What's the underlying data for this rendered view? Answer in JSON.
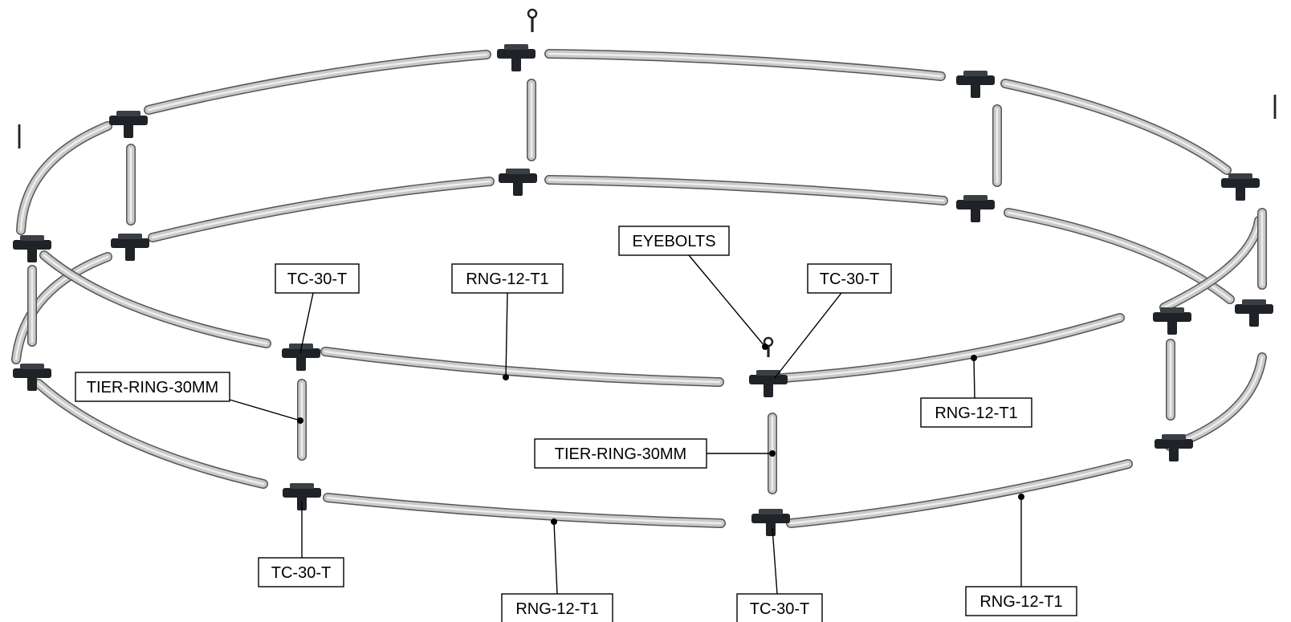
{
  "diagram": {
    "subject": "exploded assembly of a circular two-tier truss ring",
    "callouts": [
      {
        "id": "tc-30-t-upper-left",
        "label": "TC-30-T"
      },
      {
        "id": "rng-12-t1-upper-mid",
        "label": "RNG-12-T1"
      },
      {
        "id": "eyebolts",
        "label": "EYEBOLTS"
      },
      {
        "id": "tc-30-t-upper-center",
        "label": "TC-30-T"
      },
      {
        "id": "tier-ring-30mm-left",
        "label": "TIER-RING-30MM"
      },
      {
        "id": "rng-12-t1-upper-right",
        "label": "RNG-12-T1"
      },
      {
        "id": "tier-ring-30mm-center",
        "label": "TIER-RING-30MM"
      },
      {
        "id": "tc-30-t-lower-left",
        "label": "TC-30-T"
      },
      {
        "id": "rng-12-t1-lower-mid",
        "label": "RNG-12-T1"
      },
      {
        "id": "tc-30-t-lower-center",
        "label": "TC-30-T"
      },
      {
        "id": "rng-12-t1-lower-right",
        "label": "RNG-12-T1"
      }
    ],
    "colors": {
      "tube_fill": "#c9c9c9",
      "tube_edge": "#555555",
      "connector": "#1f2328",
      "background": "#ffffff",
      "ink": "#000000"
    }
  }
}
